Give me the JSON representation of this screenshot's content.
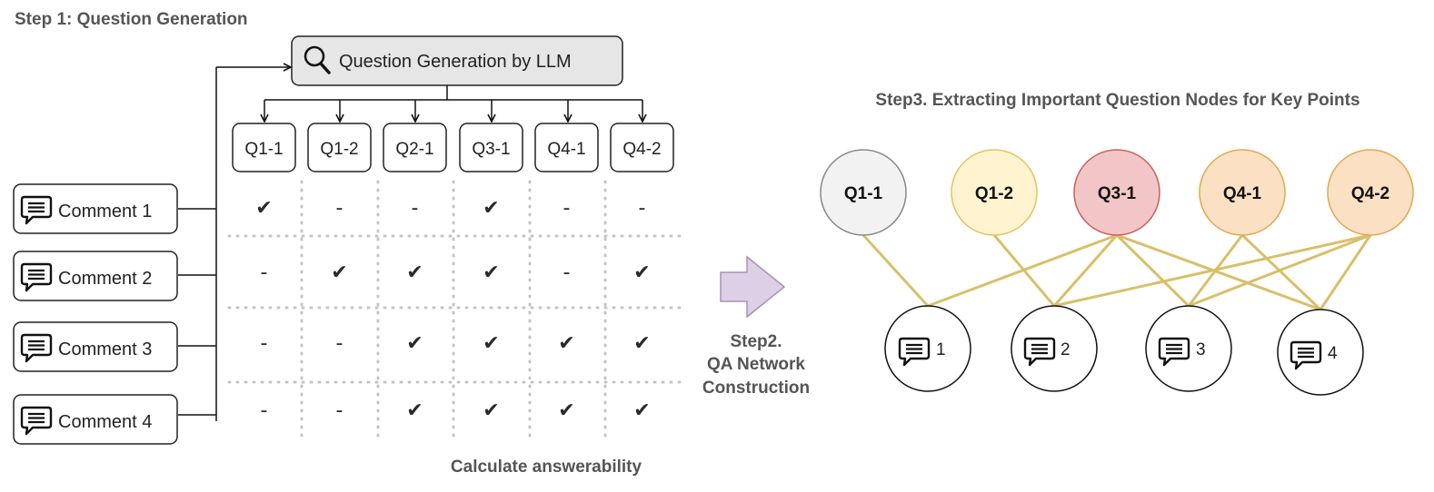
{
  "headings": {
    "step1": "Step 1: Question Generation",
    "step2_line1": "Step2.",
    "step2_line2": "QA Network",
    "step2_line3": "Construction",
    "step3": "Step3. Extracting Important Question Nodes for Key Points",
    "answerability": "Calculate answerability"
  },
  "llm_box": {
    "label": "Question Generation by LLM",
    "icon": "search-icon"
  },
  "questions": [
    "Q1-1",
    "Q1-2",
    "Q2-1",
    "Q3-1",
    "Q4-1",
    "Q4-2"
  ],
  "comments": [
    "Comment 1",
    "Comment 2",
    "Comment 3",
    "Comment 4"
  ],
  "matrix": [
    [
      "✔",
      "-",
      "-",
      "✔",
      "-",
      "-"
    ],
    [
      "-",
      "✔",
      "✔",
      "✔",
      "-",
      "✔"
    ],
    [
      "-",
      "-",
      "✔",
      "✔",
      "✔",
      "✔"
    ],
    [
      "-",
      "-",
      "✔",
      "✔",
      "✔",
      "✔"
    ]
  ],
  "network": {
    "question_nodes": [
      {
        "label": "Q1-1",
        "fill": "#f2f2f2",
        "stroke": "#888888"
      },
      {
        "label": "Q1-2",
        "fill": "#fff4cf",
        "stroke": "#e0c460"
      },
      {
        "label": "Q3-1",
        "fill": "#f2c6c6",
        "stroke": "#c86060"
      },
      {
        "label": "Q4-1",
        "fill": "#fce0c4",
        "stroke": "#e0a850"
      },
      {
        "label": "Q4-2",
        "fill": "#fce0c4",
        "stroke": "#e0a850"
      }
    ],
    "comment_nodes": [
      "1",
      "2",
      "3",
      "4"
    ],
    "edge_color": "#d8c06a",
    "edges": [
      [
        0,
        0
      ],
      [
        1,
        1
      ],
      [
        2,
        0
      ],
      [
        2,
        1
      ],
      [
        2,
        2
      ],
      [
        2,
        3
      ],
      [
        3,
        2
      ],
      [
        3,
        3
      ],
      [
        4,
        1
      ],
      [
        4,
        2
      ],
      [
        4,
        3
      ]
    ]
  },
  "colors": {
    "arrow_fill": "#ddd0e6",
    "arrow_stroke": "#a890b8",
    "llm_box_fill": "#e6e6e6"
  }
}
